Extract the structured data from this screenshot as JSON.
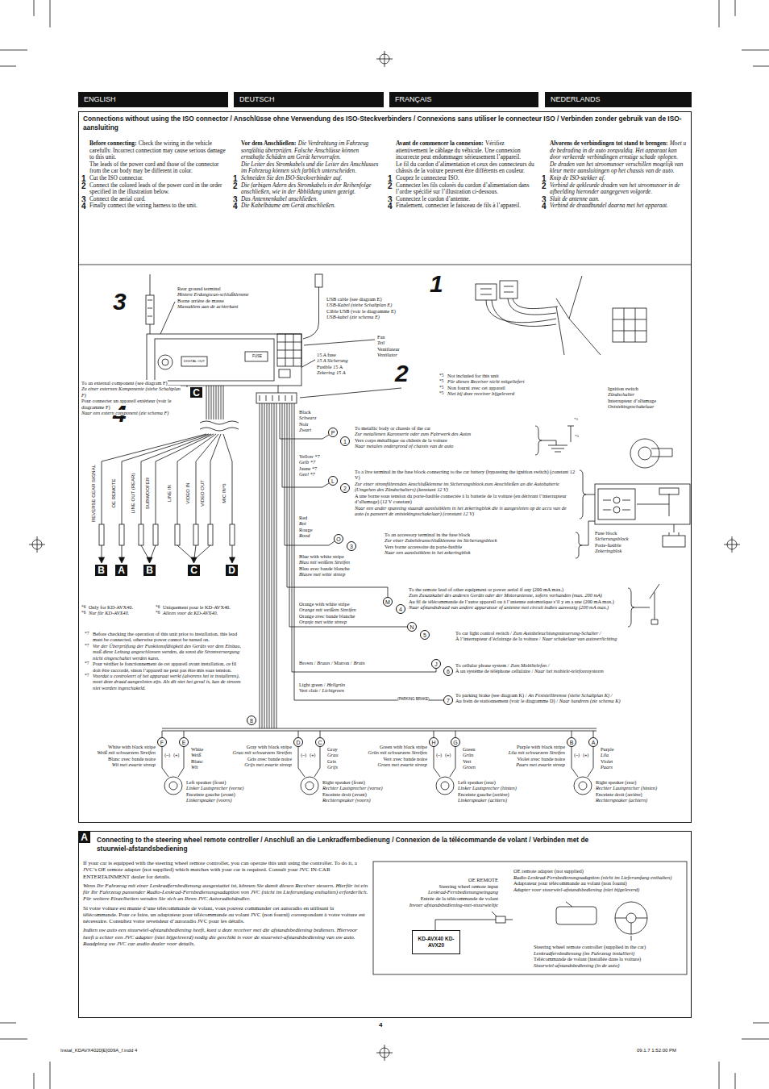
{
  "diagram": {
    "title": "Connections without using the ISO connector / Anschlüsse ohne Verwendung des ISO-Steckverbinders / Connexions sans utiliser le connecteur ISO / Verbinden zonder gebruik van de ISO-aansluiting",
    "nodes": [
      {
        "text": [
          "ENGLISH"
        ]
      },
      {
        "text": [
          "DEUTSCH"
        ]
      },
      {
        "text": [
          "FRANÇAIS"
        ]
      },
      {
        "text": [
          "NEDERLANDS"
        ]
      },
      {
        "text": [
          "Connections without using the ISO connector / Anschlüsse ohne Verwendung des ISO-Steckverbinders / Connexions sans utiliser le connecteur ISO / Verbinden zonder gebruik van de ISO-aansluiting"
        ]
      },
      {
        "text": [
          "C"
        ],
        "in": 4
      },
      {
        "text": [
          "B"
        ],
        "in": 4
      },
      {
        "text": [
          "A"
        ],
        "in": 4
      },
      {
        "text": [
          "B"
        ],
        "in": 4
      },
      {
        "text": [
          "C"
        ],
        "in": 4
      },
      {
        "text": [
          "D"
        ],
        "in": 4
      },
      {
        "text": [
          "P"
        ],
        "in": 4
      },
      {
        "text": [
          "1"
        ],
        "in": 4
      },
      {
        "text": [
          "L"
        ],
        "in": 4
      },
      {
        "text": [
          "2"
        ],
        "in": 4
      },
      {
        "text": [
          "O"
        ],
        "in": 4
      },
      {
        "text": [
          "3"
        ],
        "in": 4
      },
      {
        "text": [
          "M"
        ],
        "in": 4
      },
      {
        "text": [
          "4"
        ],
        "in": 4
      },
      {
        "text": [
          "N"
        ],
        "in": 4
      },
      {
        "text": [
          "5"
        ],
        "in": 4
      },
      {
        "text": [
          "J"
        ],
        "in": 4
      },
      {
        "text": [
          "6"
        ],
        "in": 4
      },
      {
        "text": [
          "7"
        ],
        "in": 4
      },
      {
        "text": [
          "8"
        ],
        "in": 4
      },
      {
        "text": [
          "F"
        ],
        "in": 4
      },
      {
        "text": [
          "E"
        ],
        "in": 4
      },
      {
        "text": [
          "D"
        ],
        "in": 4
      },
      {
        "text": [
          "C"
        ],
        "in": 4
      },
      {
        "text": [
          "H"
        ],
        "in": 4
      },
      {
        "text": [
          "G"
        ],
        "in": 4
      },
      {
        "text": [
          "B"
        ],
        "in": 4
      },
      {
        "text": [
          "A"
        ],
        "in": 4
      },
      {
        "text": [
          "Connecting to the steering wheel remote controller / Anschluß an die Lenkradfernbedienung / Connexion de la télécommande de volant / Verbinden met de stuurwiel-afstandsbediening"
        ]
      },
      {
        "text": [
          "A"
        ],
        "in": 33
      },
      {
        "text": [
          "KD-AVX40 KD-AVX20"
        ],
        "in": 33
      }
    ],
    "labels": [
      "Before connecting:",
      "Check the wiring in the vehicle carefully. Incorrect connection may cause serious damage to this unit.",
      "The leads of the power cord and those of the connector from the car body may be different in color.",
      "1",
      "Cut the ISO connector.",
      "2",
      "Connect the colored leads of the power cord in the order specified in the illustration below.",
      "3",
      "Connect the aerial cord.",
      "4",
      "Finally connect the wiring harness to the unit.",
      "Vor dem Anschließen:",
      "Die Verdrahtung im Fahrzeug sorgfältig überprüfen. Falsche Anschlüsse können ernsthafte Schäden am Gerät hervorrufen.",
      "Die Leiter des Stromkabels und die Leiter des Anschlusses im Fahrzeug können sich farblich unterscheiden.",
      "1",
      "Schneiden Sie den ISO-Steckverbinder auf.",
      "2",
      "Die farbigen Adern des Stromkabels in der Reihenfolge anschließen, wie in der Abbildung unten gezeigt.",
      "3",
      "Das Antennenkabel anschließen.",
      "4",
      "Die Kabelbäume am Gerät anschließen.",
      "Avant de commencer la connexion:",
      "Vérifiez attentivement le câblage du véhicule. Une connexion incorrecte peut endommager sérieusement l’appareil.",
      "Le fil du cordon d’alimentation et ceux des connecteurs du châssis de la voiture peuvent être différents en couleur.",
      "1",
      "Coupez le connecteur ISO.",
      "2",
      "Connectez les fils colorés du cordon d’alimentation dans l’ordre spécifié sur l’illustration ci-dessous.",
      "3",
      "Connectez le cordon d’antenne.",
      "4",
      "Finalement, connectez le faisceau de fils à l’appareil.",
      "Alvorens de verbindingen tot stand te brengen:",
      "Moet u de bedrading in de auto zorgvuldig. Het apparaat kan door verkeerde verbindingen ernstige schade oplopen.",
      "De draden van het stroomsnoer verschillen mogelijk van kleur mette aansluitingen op het chassis van de auto.",
      "1",
      "Knip de ISO-stekker af.",
      "2",
      "Verbind de gekleurde draden van het stroomsnoer in de afbeelding hieronder aangegeven volgorde.",
      "3",
      "Sluit de antenne aan.",
      "4",
      "Verbind de draadbundel daarna met het apparaat.",
      "1",
      "2",
      "3",
      "4",
      "Rear ground terminal",
      "Hintere Erdungscan-schlußklemme",
      "Borne arrière de masse",
      "Massaklem aan de achterkant",
      "USB cable (see diagram E)",
      "USB-Kabel (siehe Schaltplan E)",
      "Câble USB (voir le diagramme E)",
      "USB-kabel (zie schema E)",
      "Fan",
      "Teil",
      "Ventilateur",
      "Ventilator",
      "15 A fuse",
      "15 A Sicherung",
      "Fusible 15 A",
      "Zekering 15 A",
      "FUSE",
      "DIGITAL OUT",
      "To an external component (see diagram F)",
      "Zu einer externen Komponente (siehe Schaltplan F)",
      "Pour connecter un appareil extérieur (voir le diagramme F)",
      "Naar een extern component (zie schema F)",
      "REVERSE GEAR SIGNAL",
      "OE REMOTE",
      "LINE OUT (REAR)",
      "SUBWOOFER",
      "LINE IN",
      "VIDEO IN",
      "VIDEO OUT",
      "MIC IN*6",
      "*6",
      "Only for KD-AVX40.",
      "*6",
      "Nur für KD-AVX40.",
      "*6",
      "Uniquement pour le KD-AVX40.",
      "*6",
      "Alleen voor de KD-AVX40.",
      "*7",
      "Before checking the operation of this unit prior to installation, this lead must be connected, otherwise power cannot be turned on.",
      "*7",
      "Vor der Überprüfung der Funktionsfähigkeit des Geräts vor dem Einbau, muß diese Leitung angeschlossen werden, da sonst die Stromversorgung nicht eingeschaltet werden kann.",
      "*7",
      "Pour vérifier le fonctionnement de cet appareil avant installation, ce fil doit être raccordé, sinon l’appareil ne peut pas être mis sous tension.",
      "*7",
      "Voordat u controleert of het apparaat werkt (alvorens het te installeren), moet deze draad aangesloten zijn. Als dit niet het geval is, kan de stroom niet worden ingeschakeld.",
      "*5",
      "Not included for this unit",
      "*5",
      "Für diesen Receiver nicht mitgeliefert",
      "*5",
      "Non fourni avec cet appareil",
      "*5",
      "Niet bij deze receiver bijgeleverd",
      "*5",
      "*5",
      "Ignition switch",
      "Zündschalter",
      "Interrupteur d’allumage",
      "Ontstekingsschakelaar",
      "Fuse block",
      "Sicherungsblock",
      "Porte-fusible",
      "Zekeringblok",
      "Black",
      "Schwarz",
      "Noir",
      "Zwart",
      "To metallic body or chassis of the car",
      "Zur metallenen Karosserie oder zum Fahrwerk des Autos",
      "Vers corps métallique ou châssis de la voiture",
      "Naar metalen ondergrond of chassis van de auto",
      "Yellow *7",
      "Gelb *7",
      "Jaune *7",
      "Geel *7",
      "To a live terminal in the fuse block connecting to the car battery (bypassing the ignition switch) (constant 12 V)",
      "Zur einer stromführenden Anschlußklemme im Sicherungsblock zum Anschließen an die Autobatterie (Umgehen des Zündschalters) (konstant 12 V)",
      "A une borne sous tension du porte-fusible connectée à la batterie de la voiture (en dérivant l’interrupteur d’allumage) (12 V constant)",
      "Naar een ander spanning staande aansluitklem in het zekeringblok die is aangesloten op de accu van de auto (u passeert de ontstekingsschakelaar) (constant 12 V)",
      "Red",
      "Rot",
      "Rouge",
      "Rood",
      "To an accessory terminal in the fuse block",
      "Zur einer Zubehöranschlußklemme im Sicherungsblock",
      "Vers borne accessoire du porte-fusible",
      "Naar een aansluitklem in het zekeringblok",
      "Blue with white stripe",
      "Blau mit weißem Streifen",
      "Bleu avec bande blanche",
      "Blauw met witte streep",
      "To the remote lead of other equipment or power aerial if any (200 mA max.)",
      "Zum Zusatzkabel des anderen Geräts oder der Motorantenne, sofern vorhanden (max. 200 mA)",
      "Au fil de télécommande de l’autre appareil ou à l’antenne automatique s’il y en a une (200 mA max.)",
      "Naar afstandsdraad van andere apparatuur of antenne met circuit indien aanwezig (200 mA max.)",
      "Orange with white stripe",
      "Orange mit weißem Streifen",
      "Orange avec bande blanche",
      "Oranje met witte streep",
      "To car light control switch /",
      "Zum Autobeleuchtungssteuerung-Schalter /",
      "À l’interrupteur d’éclairage de la voiture /",
      "Naar schakelaar van autoverlichting",
      "Brown /",
      "Braun /",
      "Marron /",
      "Bruin",
      "To cellular phone system /",
      "Zum Mobiltelefon /",
      "À un système de téléphone cellulaire /",
      "Naar het mobiele-telefoonsysteem",
      "Light green /",
      "Hellgrün",
      "Vert clair /",
      "Lichtgroen",
      "(PARKING BRAKE)",
      "To parking brake (see diagram K) /",
      "An Feststellbremse (siehe Schaltplan K) /",
      "Au frein de stationnement (voir le diagramme D) /",
      "Naar handrem (zie schema K)",
      "White with black stripe",
      "Weiß mit schwarzem Streifen",
      "Blanc avec bande noire",
      "Wit met zwarte streep",
      "White",
      "Weiß",
      "Blanc",
      "Wit",
      "(–)",
      "(+)",
      "Left speaker (front)",
      "Linker Lautsprecher (vorne)",
      "Enceinte gauche (avant)",
      "Linkerspeaker (voorn)",
      "Gray with black stripe",
      "Grau mit schwarzem Streifen",
      "Gris avec bande noire",
      "Grijs met zwarte streep",
      "Gray",
      "Grau",
      "Gris",
      "Grijs",
      "(–)",
      "(+)",
      "Right speaker (front)",
      "Rechter Lautsprecher (vorne)",
      "Enceinte droit (avant)",
      "Rechterspeaker (voorn)",
      "Green with black stripe",
      "Grün mit schwarzem Streifen",
      "Vert avec bande noire",
      "Groen met zwarte streep",
      "Green",
      "Grün",
      "Vert",
      "Groen",
      "(–)",
      "(+)",
      "Left speaker (rear)",
      "Linker Lautsprecher (hinten)",
      "Enceinte gauche (arrière)",
      "Linkerspeaker (achtern)",
      "Purple with black stripe",
      "Lila mit schwarzem Streifen",
      "Violet avec bande noire",
      "Paars met zwarte streep",
      "Purple",
      "Lila",
      "Violet",
      "Paars",
      "(–)",
      "(+)",
      "Right speaker (rear)",
      "Rechter Lautsprecher (hinten)",
      "Enceinte droit (arrière)",
      "Rechterspeaker (achtern)",
      "If your car is equipped with the steering wheel remote controller, you can operate this unit using the controller. To do it, a JVC’s OE remote adapter (not supplied) which matches with your car is required. Consult your JVC IN-CAR ENTERTAINMENT dealer for details.",
      "Wenn Ihr Fahrzeug mit einer Lenkradfernbedienung ausgestattet ist, können Sie damit diesen Receiver steuern. Hierfür ist ein für Ihr Fahrzeug passender Radio-Lenkrad-Fernbedienungsadaption von JVC (nicht im Lieferumfang enthalten) erforderlich. Für weitere Einzelheiten wenden Sie sich an Ihren JVC Autoradiohändler.",
      "Si votre voiture est munie d’une télécommande de volant, vous pouvez commander cet autoradio en utilisant la télécommande. Pour ce faire, un adaptateur pour télécommande au volant JVC (non fourni) correspondant à votre voiture est nécessaire. Consultez votre revendeur d’autoradio JVC pour les détails.",
      "Indien uw auto een stuurwiel-afstandsbediening heeft, kunt u deze receiver met die afstandsbediening bedienen. Hiervoor heeft u echter een JVC adapter (niet bijgeleverd) nodig die geschikt is voor de stuurwiel-afstandsbediening van uw auto. Raadpleeg uw JVC car audio dealer voor details.",
      "OE REMOTE",
      "Steering wheel remote input",
      "Lenkrad-Fernbedienungseingang",
      "Entrée de la télécommande de volant",
      "Invoer afstandsbediening-met-stuurwieltje",
      "OE remote adapter (not supplied)",
      "Radio-Lenkrad-Fernbedienungsadaption (nicht im Lieferumfang enthalten)",
      "Adaptateur pour télécommande au volant (non fourni)",
      "Adapter voor stuurwiel-afstandsbediening (niet bijgeleverd)",
      "Steering wheel remote controller (supplied in the car)",
      "Lenkradfernbedienung (im Fahrzeug installiert)",
      "Télécommande de volant (installée dans la voiture)",
      "Stuurwiel-afstandsbediening (in de auto)",
      "4",
      "Instal_KDAVX4020[E]009A_f.indd 4",
      "09.1.7 1:52:00 PM"
    ]
  }
}
